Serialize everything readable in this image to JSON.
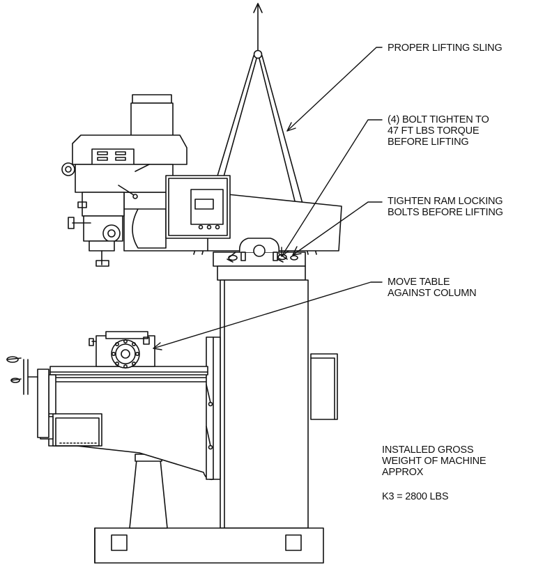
{
  "callouts": {
    "sling": {
      "lines": [
        "PROPER LIFTING SLING"
      ]
    },
    "bolt": {
      "lines": [
        "(4) BOLT TIGHTEN TO",
        "47 FT LBS TORQUE",
        "BEFORE LIFTING"
      ]
    },
    "ram": {
      "lines": [
        "TIGHTEN RAM LOCKING",
        "BOLTS BEFORE LIFTING"
      ]
    },
    "table": {
      "lines": [
        "MOVE TABLE",
        "AGAINST COLUMN"
      ]
    },
    "weight": {
      "lines": [
        "INSTALLED GROSS",
        "WEIGHT OF MACHINE",
        "APPROX"
      ]
    },
    "k3": {
      "text": "K3 = 2800 LBS"
    }
  },
  "colors": {
    "line": "#111111",
    "background": "#ffffff"
  }
}
